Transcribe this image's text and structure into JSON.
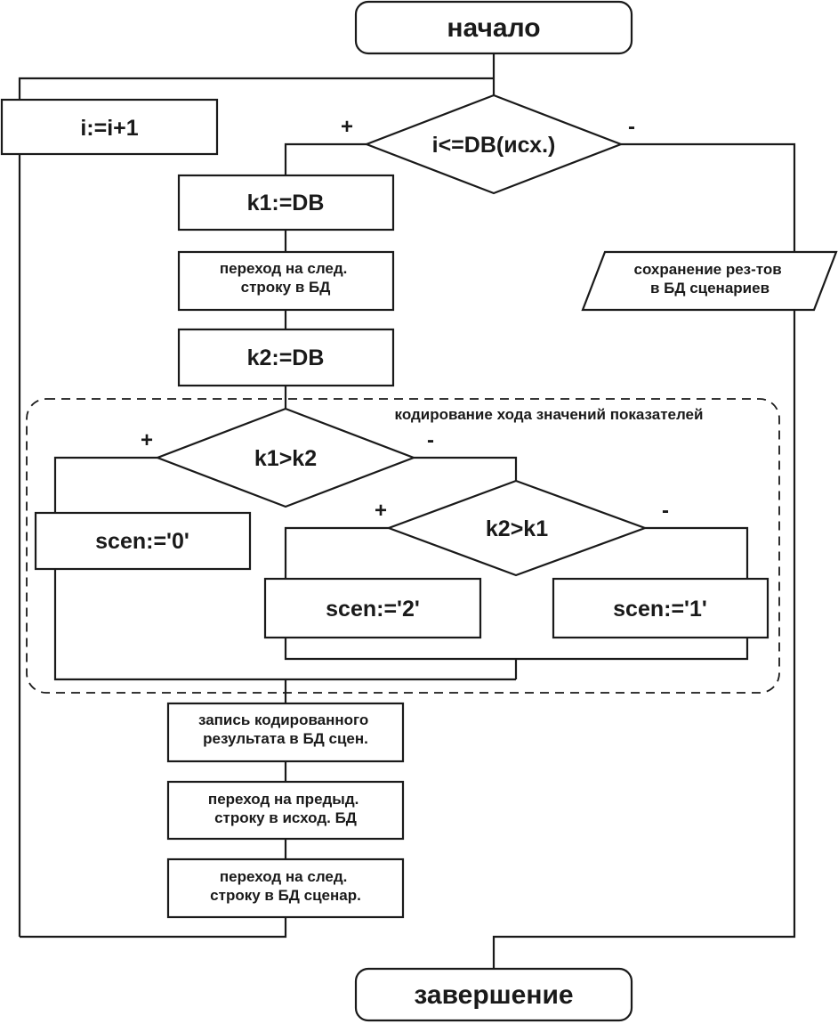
{
  "flowchart": {
    "start": "начало",
    "end": "завершение",
    "increment": "i:=i+1",
    "loop_condition": "i<=DB(исх.)",
    "loop_yes": "+",
    "loop_no": "-",
    "assign_k1": "k1:=DB",
    "next_row_1": [
      "переход на след.",
      "строку в БД"
    ],
    "assign_k2": "k2:=DB",
    "save_results": [
      "сохранение рез-тов",
      "в БД сценариев"
    ],
    "group_label": "кодирование хода значений показателей",
    "cond1": "k1>k2",
    "cond1_yes": "+",
    "cond1_no": "-",
    "cond2": "k2>k1",
    "cond2_yes": "+",
    "cond2_no": "-",
    "scen0": "scen:='0'",
    "scen2": "scen:='2'",
    "scen1": "scen:='1'",
    "write_result": [
      "запись кодированного",
      "результата в БД сцен."
    ],
    "prev_row": [
      "переход на предыд.",
      "строку в исход. БД"
    ],
    "next_row_2": [
      "переход на след.",
      "строку в БД сценар."
    ]
  }
}
